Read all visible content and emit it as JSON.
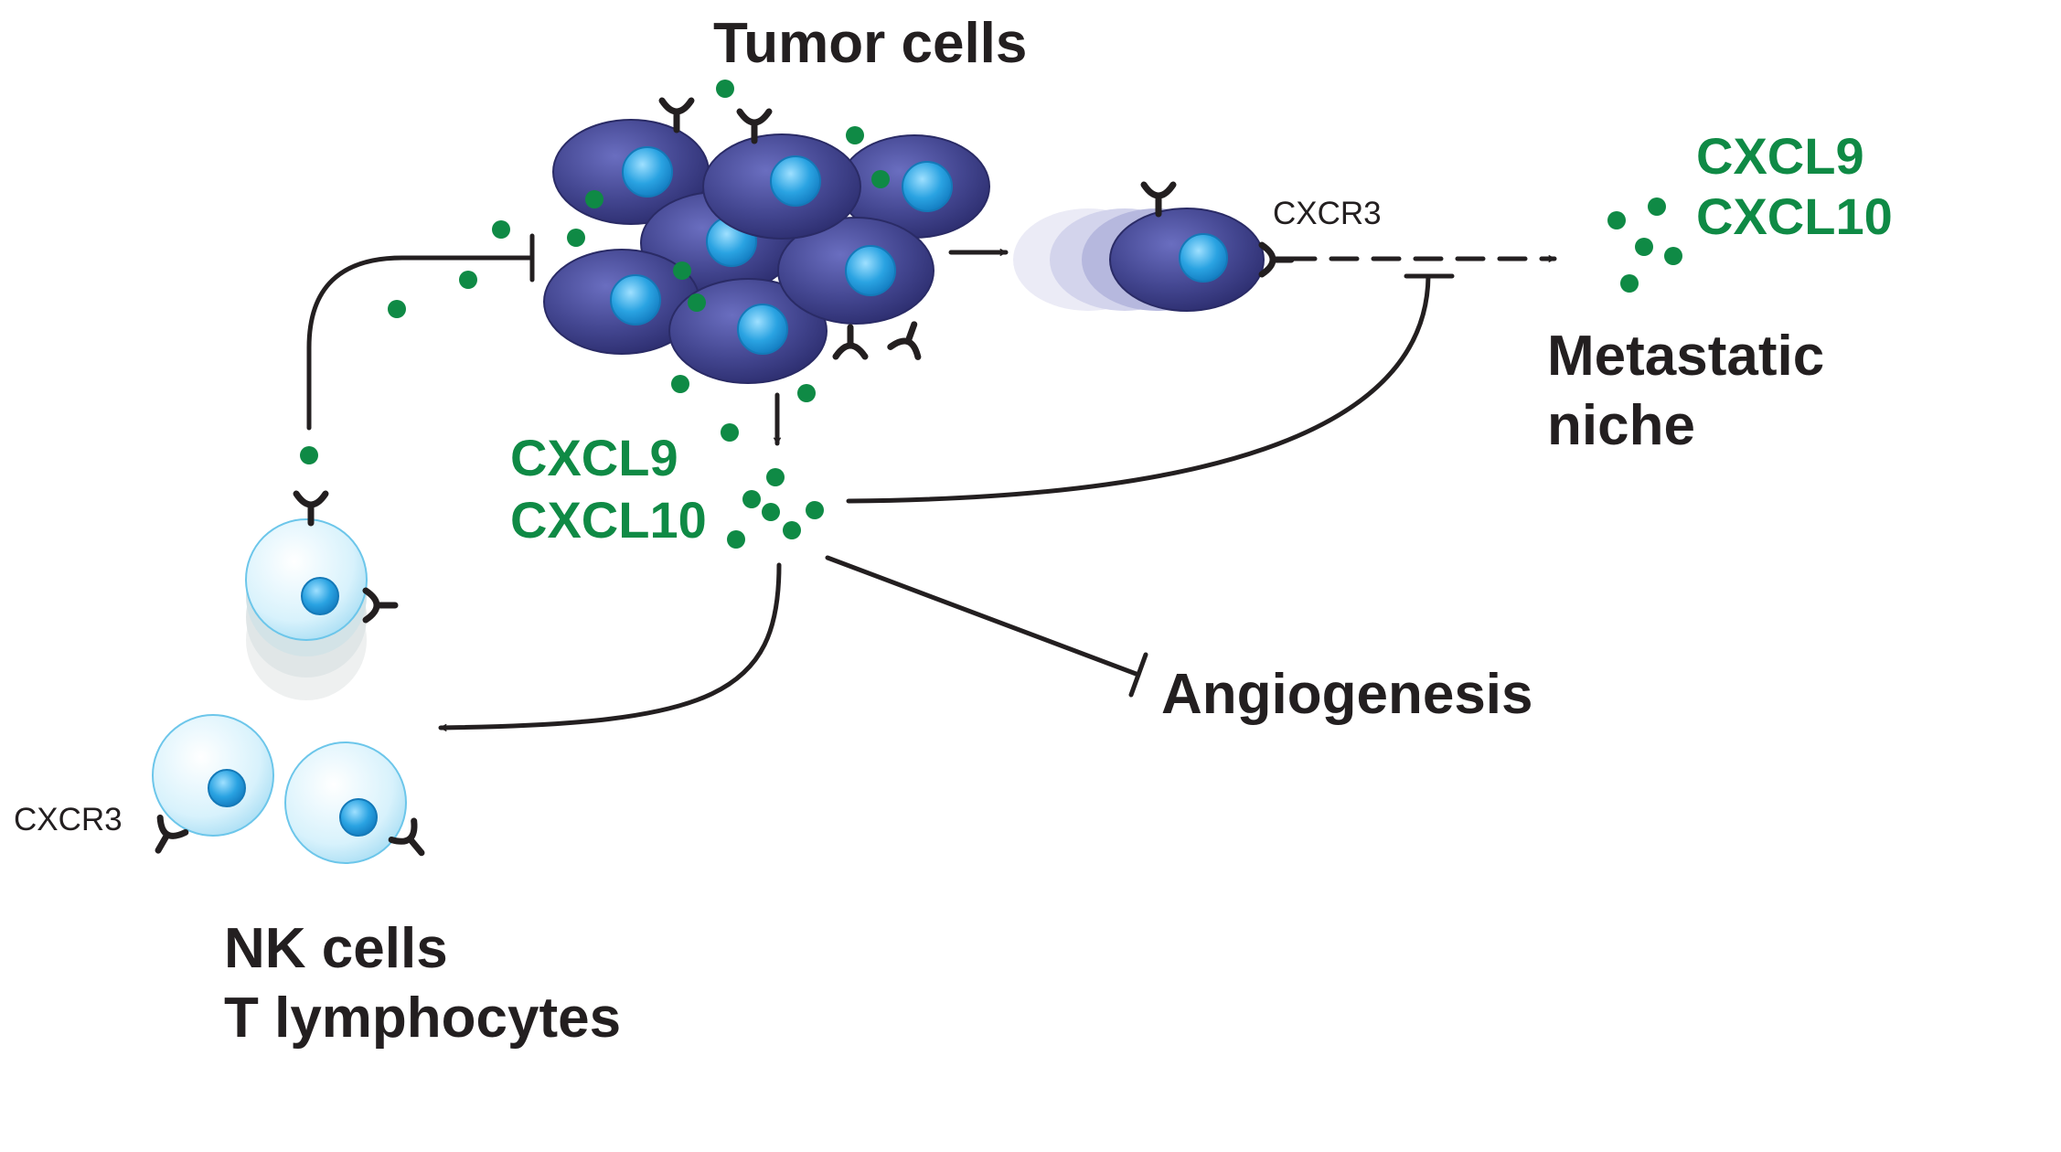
{
  "labels": {
    "tumor_cells": "Tumor cells",
    "chemokine_center_line1": "CXCL9",
    "chemokine_center_line2": "CXCL10",
    "chemokine_niche_line1": "CXCL9",
    "chemokine_niche_line2": "CXCL10",
    "receptor_migrating": "CXCR3",
    "receptor_lymphocyte": "CXCR3",
    "metastatic_niche_line1": "Metastatic",
    "metastatic_niche_line2": "niche",
    "angiogenesis": "Angiogenesis",
    "immune_line1": "NK cells",
    "immune_line2": "T lymphocytes"
  },
  "colors": {
    "tumor_cell": "#3f3f8f",
    "nucleus": "#29a3e0",
    "lymphocyte": "#cfeefb",
    "chemokine": "#0f8a45",
    "text": "#231f20"
  }
}
